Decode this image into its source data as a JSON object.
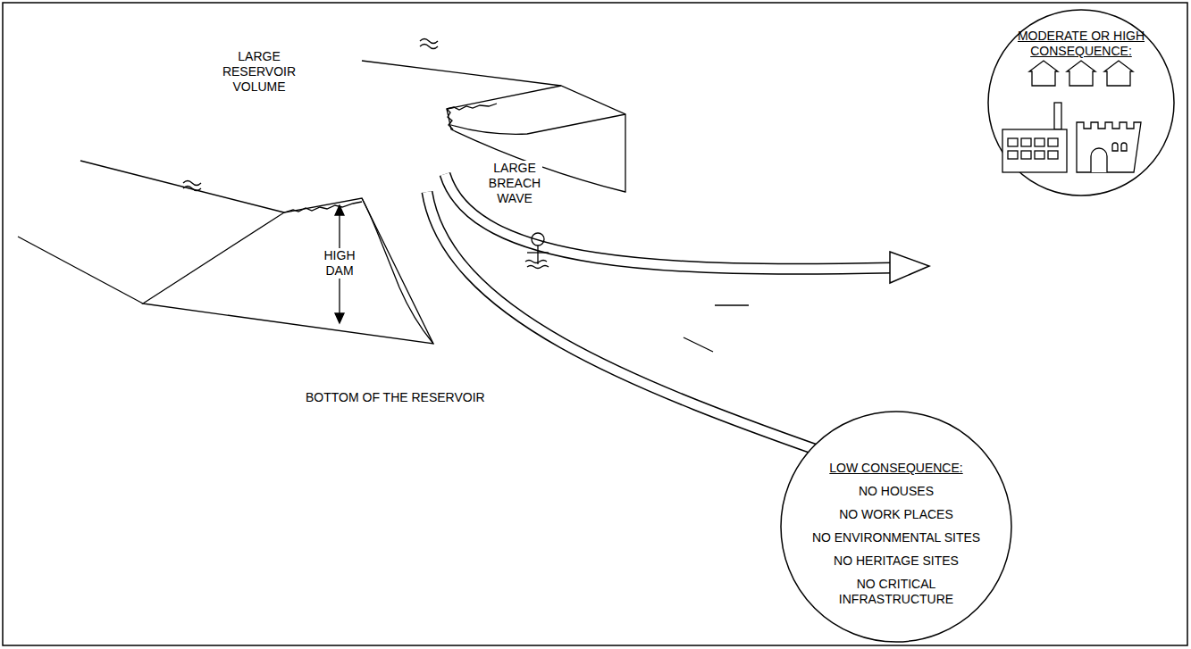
{
  "diagram": {
    "nodes": [
      {
        "text": [
          "MODERATE OR HIGH CONSEQUENCE:"
        ]
      },
      {
        "text": [
          "LOW CONSEQUENCE:",
          "NO HOUSES",
          "NO WORK PLACES",
          "NO ENVIRONMENTAL SITES",
          "NO HERITAGE SITES",
          "NO CRITICAL INFRASTRUCTURE"
        ]
      }
    ],
    "labels": [
      "LARGE RESERVOIR VOLUME",
      "HIGH DAM",
      "LARGE BREACH WAVE",
      "BOTTOM OF THE RESERVOIR"
    ]
  }
}
